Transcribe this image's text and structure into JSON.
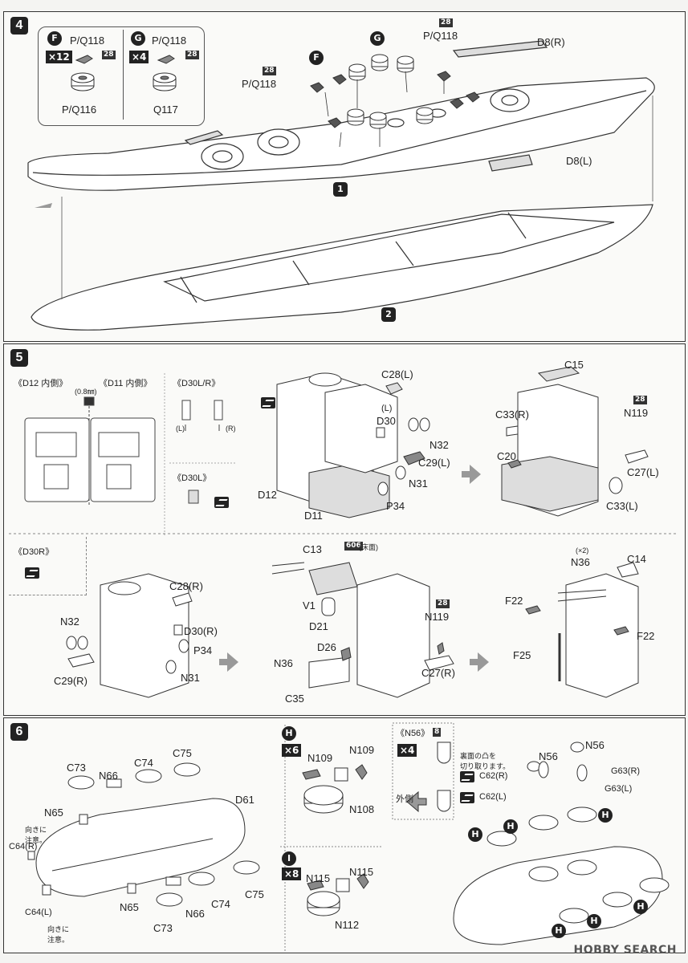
{
  "steps": {
    "s4": "4",
    "s5": "5",
    "s6": "6"
  },
  "step4": {
    "inset_F_badge": "F",
    "inset_F_count": "×12",
    "inset_F_top": "P/Q118",
    "inset_F_top_tag": "28",
    "inset_F_bottom": "P/Q116",
    "inset_G_badge": "G",
    "inset_G_count": "×4",
    "inset_G_top": "P/Q118",
    "inset_G_top_tag": "28",
    "inset_G_bottom": "Q117",
    "label_pq118_left": "P/Q118",
    "label_pq118_left_tag": "28",
    "label_pq118_right": "P/Q118",
    "label_pq118_right_tag": "28",
    "label_F": "F",
    "label_G": "G",
    "label_d8r": "D8(R)",
    "label_d8l": "D8(L)",
    "circle_1": "1",
    "circle_2": "2"
  },
  "step5": {
    "d12_inner": "《D12 内側》",
    "d11_inner": "《D11 内側》",
    "hole_size": "(0.8㎜)",
    "d30lr": "《D30L/R》",
    "d30_l": "(L)",
    "d30_r": "(R)",
    "d30l": "《D30L》",
    "d30r": "《D30R》",
    "c28l": "C28(L)",
    "l_mark": "(L)",
    "d30": "D30",
    "n32": "N32",
    "c29l": "C29(L)",
    "n31": "N31",
    "p34": "P34",
    "d12": "D12",
    "d11": "D11",
    "c15": "C15",
    "c33r": "C33(R)",
    "n119_tag": "28",
    "n119": "N119",
    "c20": "C20",
    "c27l": "C27(L)",
    "c33l": "C33(L)",
    "b_c28r": "C28(R)",
    "b_n32": "N32",
    "b_d30r": "D30(R)",
    "b_p34": "P34",
    "b_c29r": "C29(R)",
    "b_n31": "N31",
    "c13": "C13",
    "c13_tag": "606",
    "c13_note": "(床面)",
    "v1": "V1",
    "d21": "D21",
    "d26": "D26",
    "n36": "N36",
    "c35": "C35",
    "b_n119_tag": "28",
    "b_n119": "N119",
    "c27r": "C27(R)",
    "x2": "(×2)",
    "n36_b": "N36",
    "c14": "C14",
    "f22a": "F22",
    "f22b": "F22",
    "f25": "F25"
  },
  "step6": {
    "c73": "C73",
    "n66": "N66",
    "c74": "C74",
    "c75": "C75",
    "n65": "N65",
    "d61": "D61",
    "warn1": "向きに\n注意。",
    "c64r": "C64(R)",
    "c64l": "C64(L)",
    "warn2": "向きに\n注意。",
    "b_n65": "N65",
    "b_c73": "C73",
    "b_n66": "N66",
    "b_c74": "C74",
    "b_c75": "C75",
    "h_badge": "H",
    "h_count": "×6",
    "n109a": "N109",
    "n109b": "N109",
    "n108": "N108",
    "i_badge": "I",
    "i_count": "×8",
    "n115a": "N115",
    "n115b": "N115",
    "n112": "N112",
    "n56_title": "《N56》",
    "n56_tag": "8",
    "n56_count": "×4",
    "outer": "外側",
    "cut_note": "裏面の凸を\n切り取ります。",
    "c62r": "C62(R)",
    "c62l": "C62(L)",
    "n56a": "N56",
    "n56b": "N56",
    "g63r": "G63(R)",
    "g63l": "G63(L)",
    "h": "H"
  },
  "watermark": "HOBBY SEARCH"
}
